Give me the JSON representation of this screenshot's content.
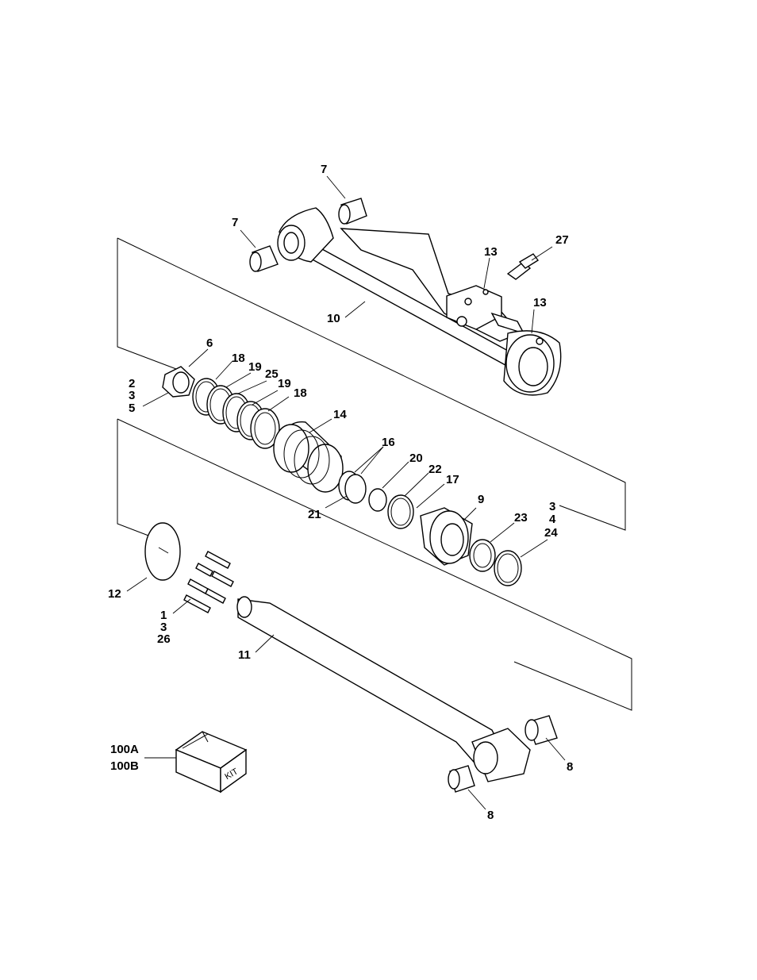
{
  "callouts": {
    "c7a": "7",
    "c7b": "7",
    "c27": "27",
    "c13a": "13",
    "c13b": "13",
    "c10": "10",
    "c6": "6",
    "c2": "2",
    "c3a": "3",
    "c5": "5",
    "c18a": "18",
    "c19a": "19",
    "c25": "25",
    "c19b": "19",
    "c18b": "18",
    "c14": "14",
    "c16": "16",
    "c20": "20",
    "c22": "22",
    "c17": "17",
    "c21": "21",
    "c9": "9",
    "c3b": "3",
    "c4": "4",
    "c23": "23",
    "c24": "24",
    "c12": "12",
    "c1": "1",
    "c3c": "3",
    "c26": "26",
    "c11": "11",
    "c100a": "100A",
    "c100b": "100B",
    "c8a": "8",
    "c8b": "8"
  },
  "kit_box_label": "KIT"
}
